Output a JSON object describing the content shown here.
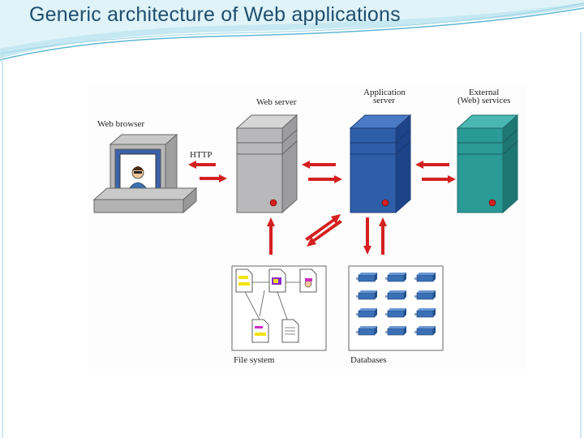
{
  "slide": {
    "title": "Generic architecture of Web applications"
  },
  "diagram": {
    "labels": {
      "web_browser": "Web browser",
      "http": "HTTP",
      "web_server": "Web server",
      "application_server_line1": "Application",
      "application_server_line2": "server",
      "external_line1": "External",
      "external_line2": "(Web) services",
      "file_system": "File system",
      "databases": "Databases"
    },
    "colors": {
      "web_server": "#b9b9bb",
      "application_server": "#2f5ea8",
      "external_services": "#2a9a97",
      "arrow": "#d42020",
      "database_block": "#3a70b5",
      "title": "#1f4e6e"
    }
  }
}
